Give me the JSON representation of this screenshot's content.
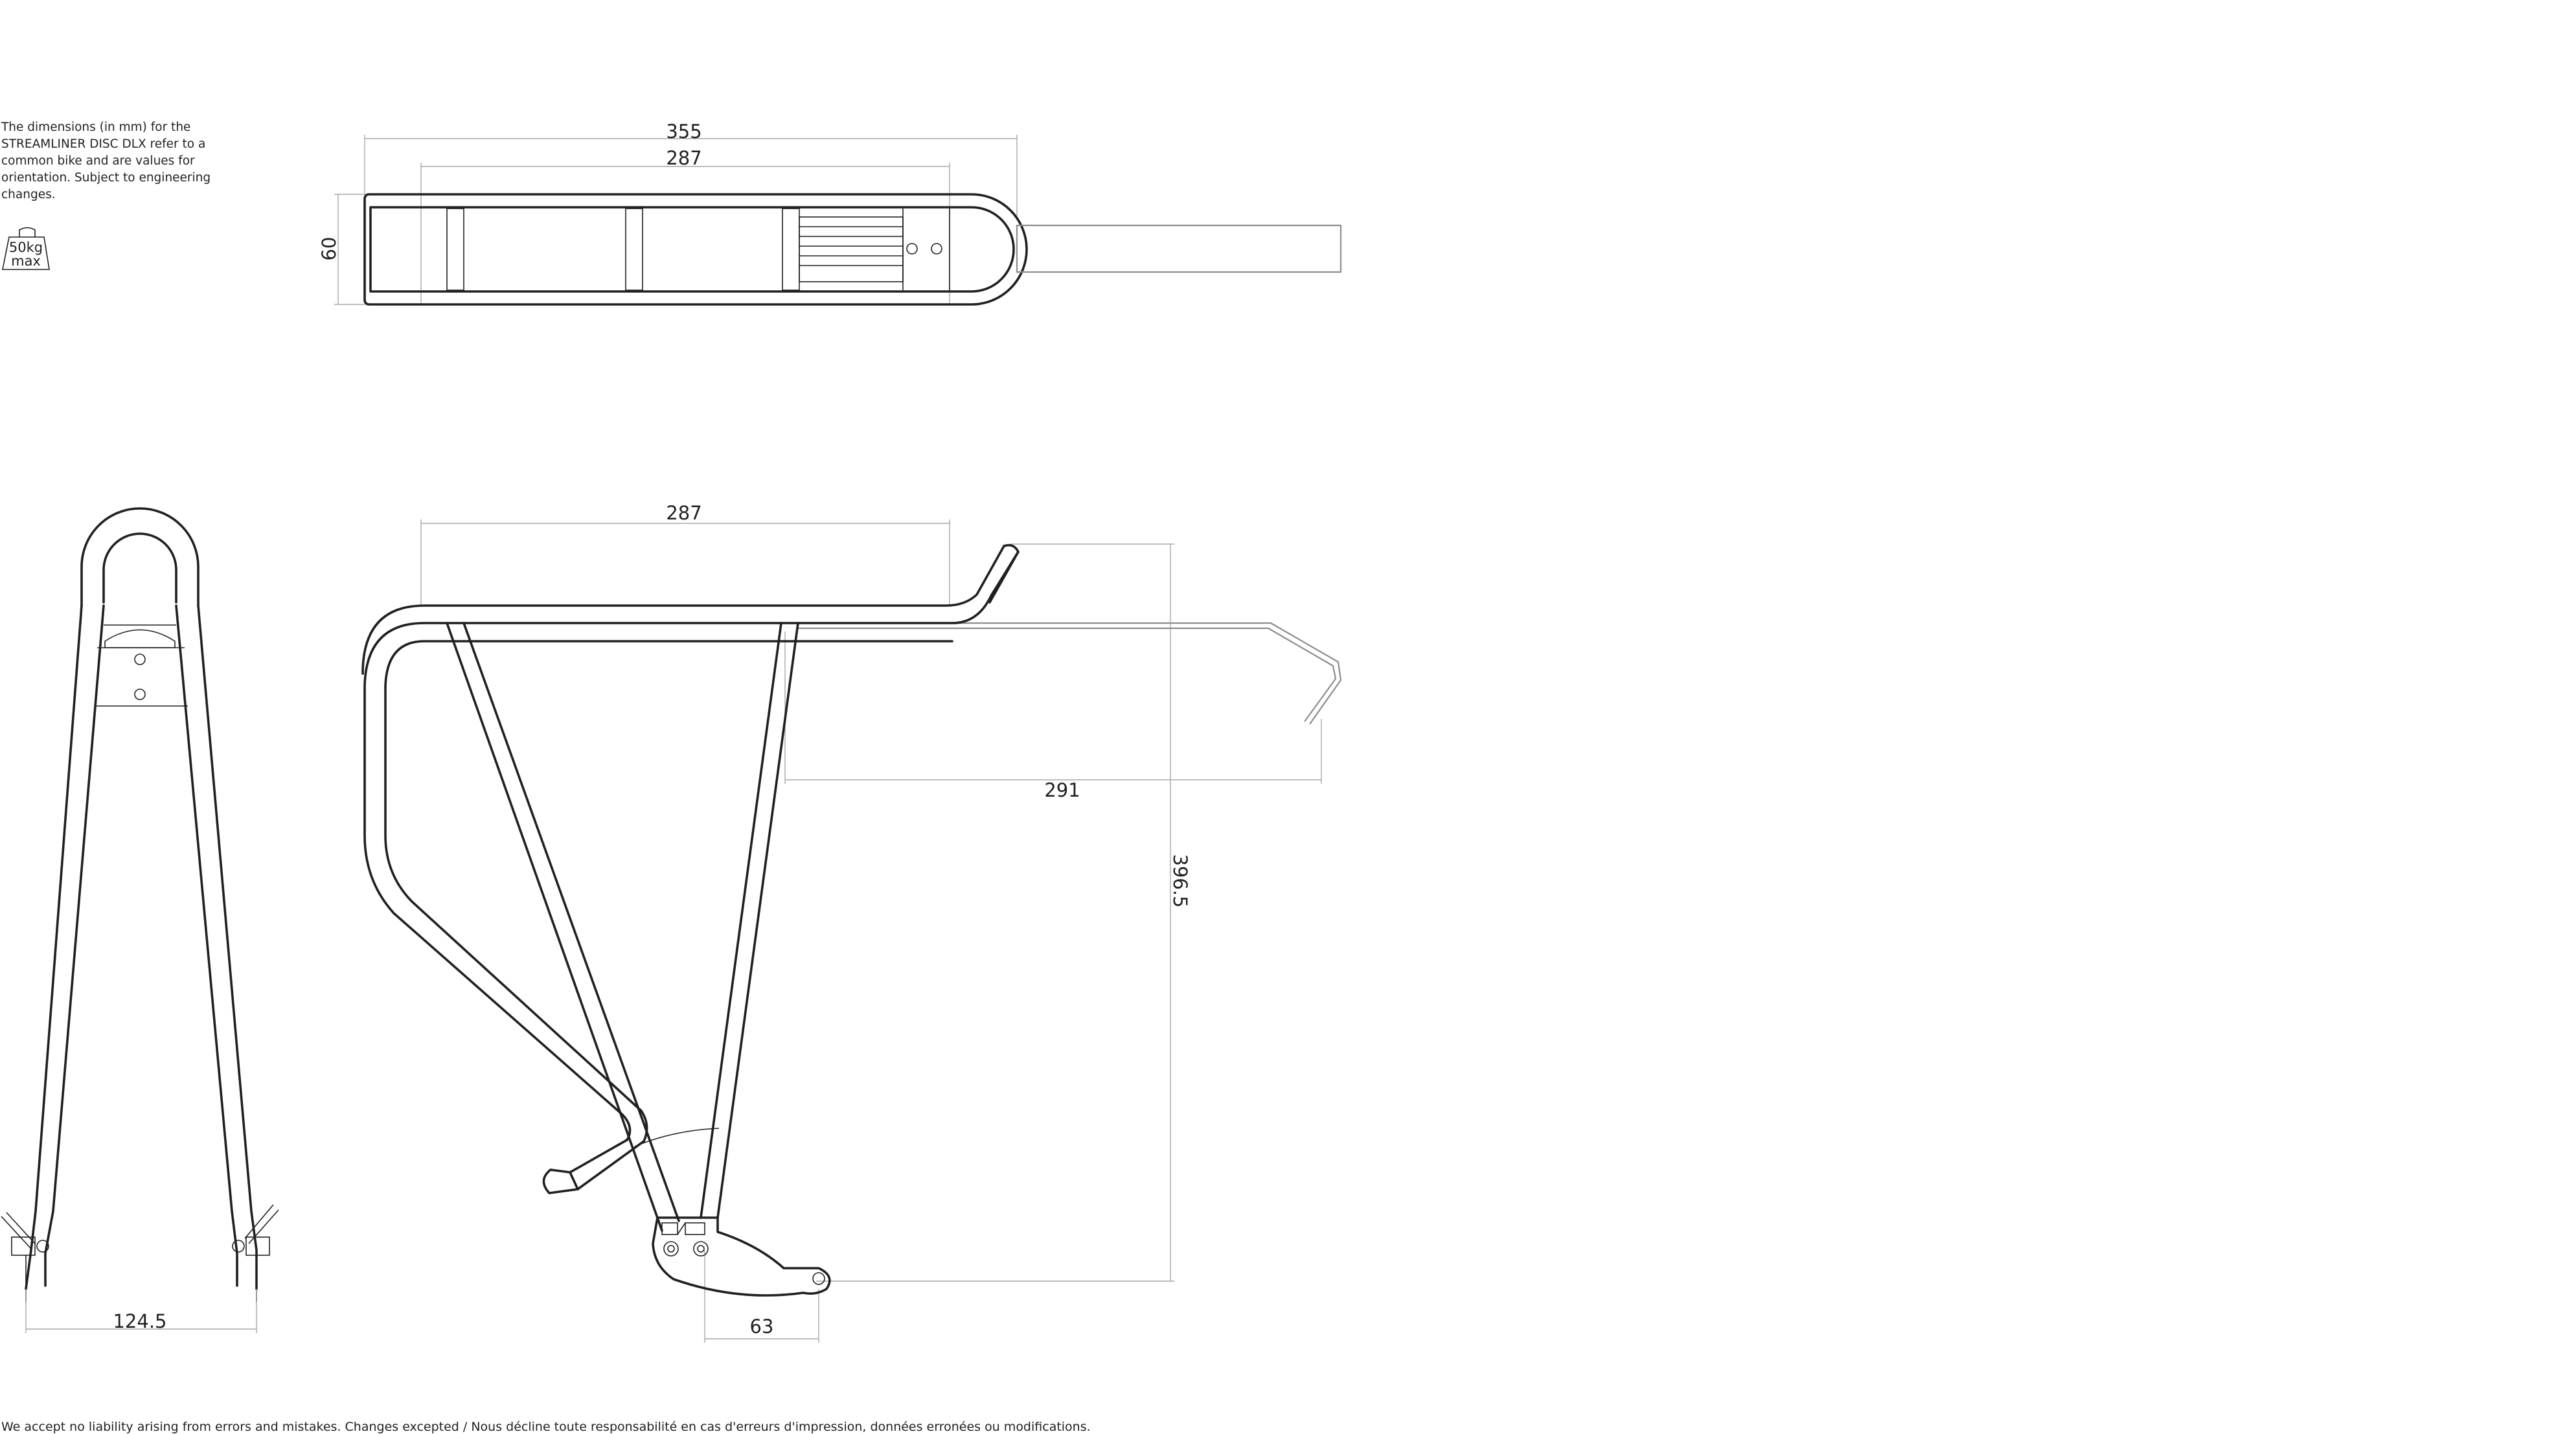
{
  "note": "The dimensions (in mm) for the STREAMLINER DISC DLX refer to a common bike and are values for orientation. Subject to engineering changes.",
  "load_badge": {
    "line1": "50kg",
    "line2": "max"
  },
  "dimensions": {
    "top_length": "355",
    "top_platform": "287",
    "top_width": "60",
    "side_platform": "287",
    "side_reach": "291",
    "side_height": "396.5",
    "front_width": "124.5",
    "mount_offset": "63"
  },
  "disclaimer": "We accept no liability arising from errors and mistakes. Changes excepted / Nous décline toute responsabilité en cas d'erreurs d'impression, données erronées ou modifications."
}
